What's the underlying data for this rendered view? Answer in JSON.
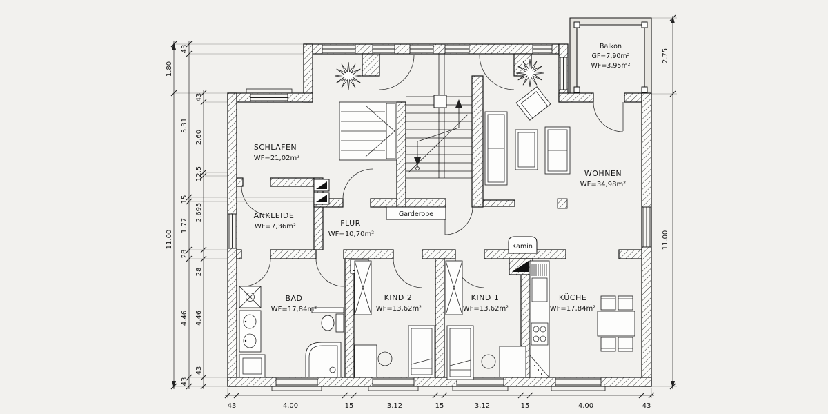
{
  "rooms": {
    "schlafen": {
      "name": "SCHLAFEN",
      "area": "WF=21,02m²"
    },
    "ankleide": {
      "name": "ANKLEIDE",
      "area": "WF=7,36m²"
    },
    "flur": {
      "name": "FLUR",
      "area": "WF=10,70m²"
    },
    "wohnen": {
      "name": "WOHNEN",
      "area": "WF=34,98m²"
    },
    "bad": {
      "name": "BAD",
      "area": "WF=17,84m²"
    },
    "kind2": {
      "name": "KIND 2",
      "area": "WF=13,62m²"
    },
    "kind1": {
      "name": "KIND 1",
      "area": "WF=13,62m²"
    },
    "kueche": {
      "name": "KÜCHE",
      "area": "WF=17,84m²"
    },
    "balkon": {
      "name": "Balkon",
      "gf": "GF=7,90m²",
      "wf": "WF=3,95m²"
    }
  },
  "labels": {
    "garderobe": "Garderobe",
    "kamin": "Kamin"
  },
  "dims": {
    "left_outer": [
      "1.80",
      "11.00"
    ],
    "left_mid": [
      "43",
      "5.31",
      "15",
      "1.77",
      "28",
      "4.46",
      "43"
    ],
    "left_inner": [
      "43",
      "2.60",
      "12.5",
      "2.695",
      "28",
      "4.46",
      "43"
    ],
    "right": [
      "2.75",
      "11.00"
    ],
    "bottom": [
      "43",
      "4.00",
      "15",
      "3.12",
      "15",
      "3.12",
      "15",
      "4.00",
      "43"
    ]
  },
  "colors": {
    "paper": "#f2f1ee",
    "ink": "#141414"
  }
}
